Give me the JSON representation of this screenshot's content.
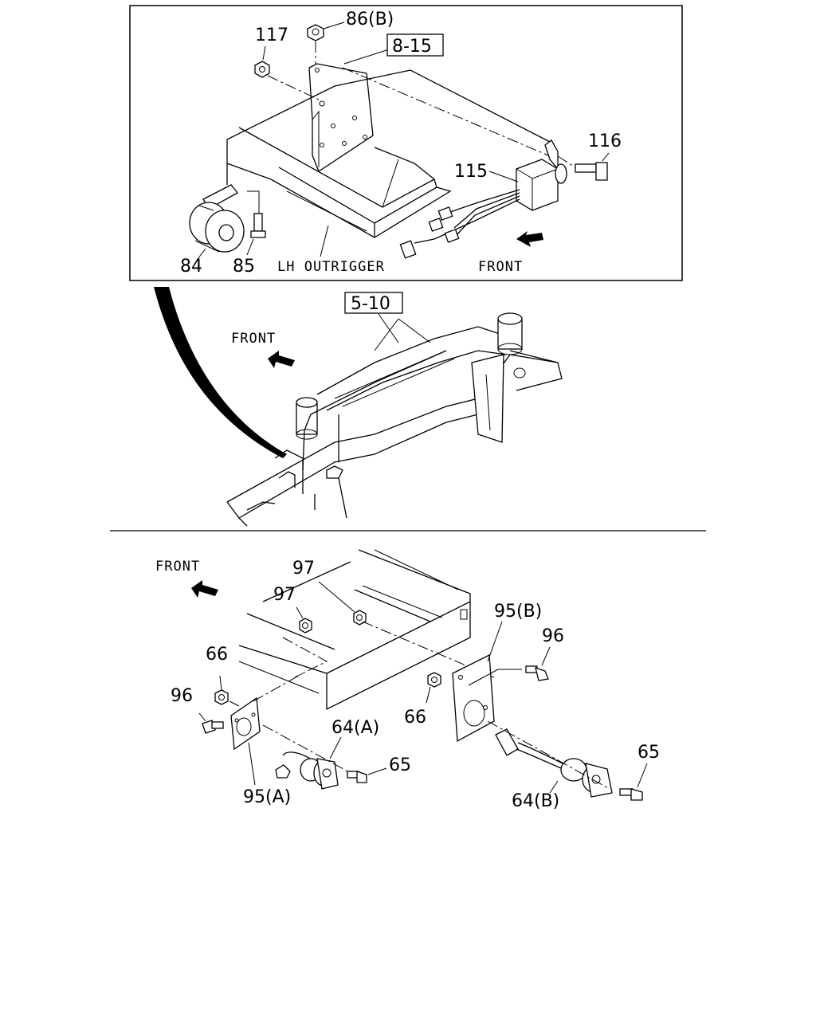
{
  "top_inset": {
    "part_labels": {
      "p86b": "86(B)",
      "p117": "117",
      "ref815": "8-15",
      "p116": "116",
      "p115": "115",
      "p84": "84",
      "p85": "85"
    },
    "lh_outrigger": "LH OUTRIGGER",
    "front": "FRONT"
  },
  "middle": {
    "ref510": "5-10",
    "front": "FRONT"
  },
  "bottom": {
    "front": "FRONT",
    "part_labels": {
      "p97a": "97",
      "p97b": "97",
      "p95b": "95(B)",
      "p96a": "96",
      "p66a": "66",
      "p96b": "96",
      "p66b": "66",
      "p64a": "64(A)",
      "p65a": "65",
      "p95a": "95(A)",
      "p65b": "65",
      "p64b": "64(B)"
    }
  },
  "icons": [
    "front-arrow-icon",
    "bolt-icon",
    "nut-icon",
    "socket-icon"
  ]
}
